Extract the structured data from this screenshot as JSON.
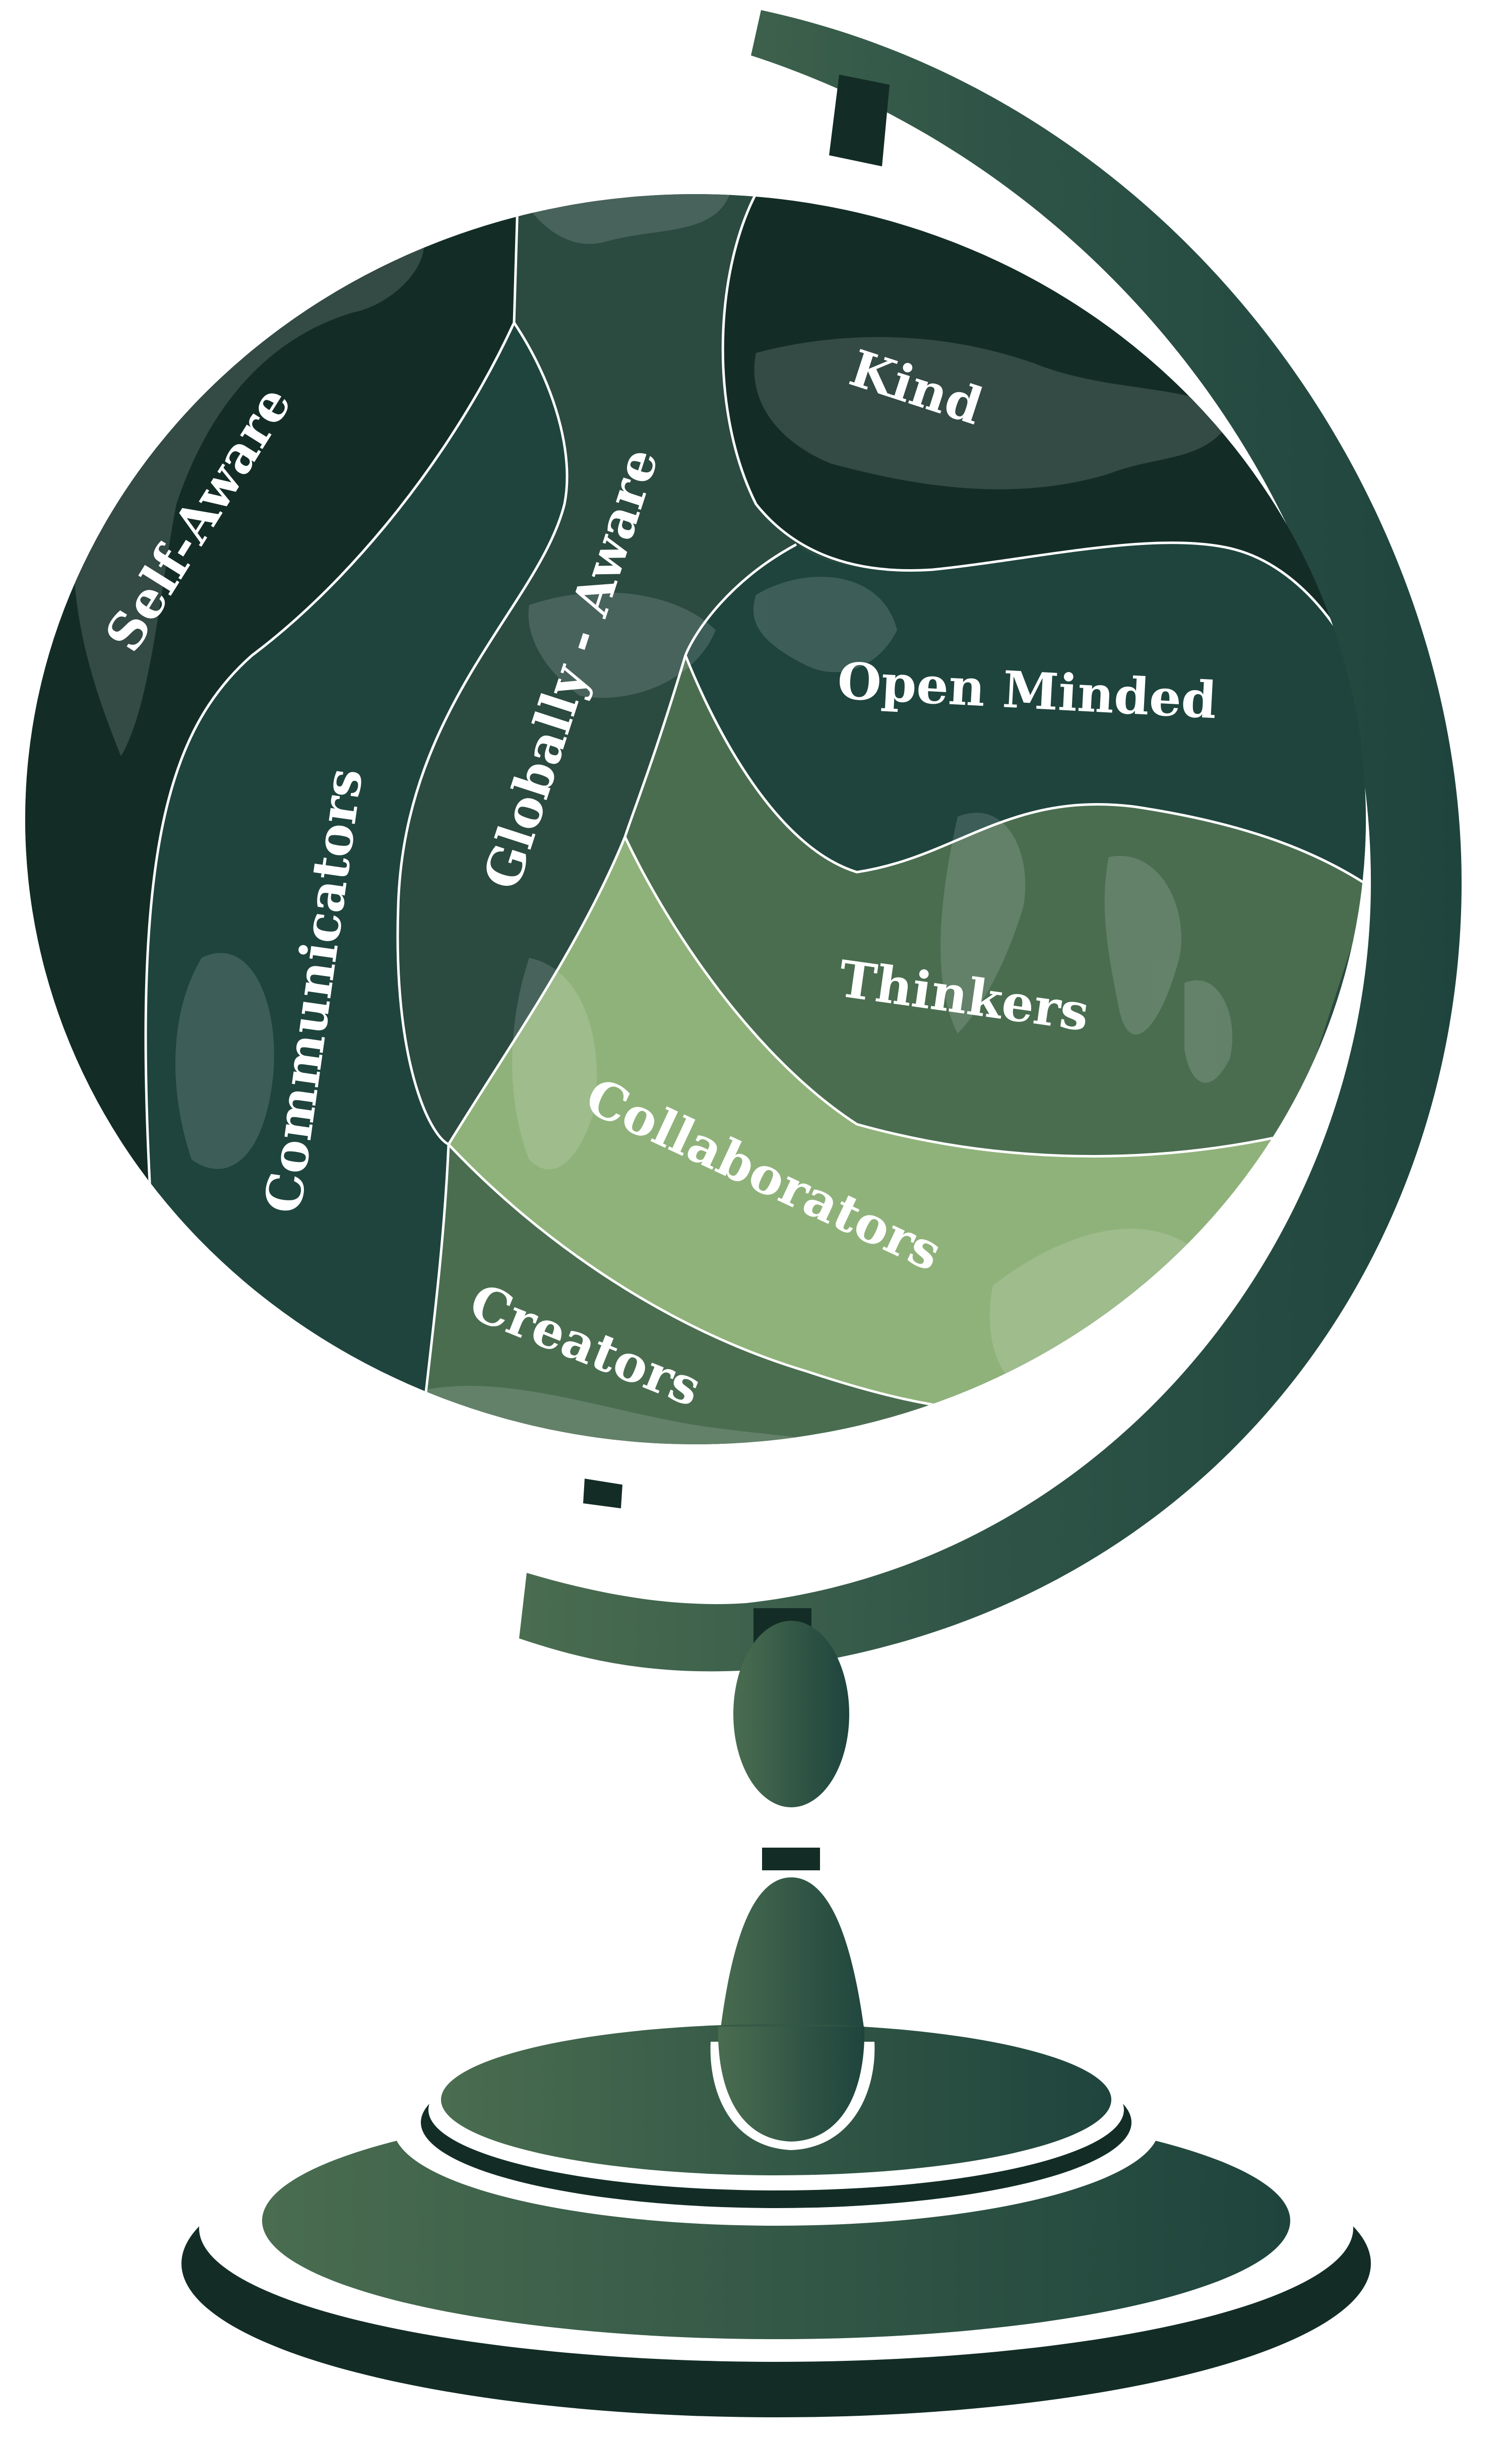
{
  "illustration": {
    "subject": "Globe on a stand",
    "regions": [
      {
        "id": "self-aware",
        "label": "Self-Aware",
        "color": "#132d26"
      },
      {
        "id": "communicators",
        "label": "Communicators",
        "color": "#1e443d"
      },
      {
        "id": "globally-aware",
        "label": "Globally - Aware",
        "color": "#2b4a40"
      },
      {
        "id": "kind",
        "label": "Kind",
        "color": "#132d26"
      },
      {
        "id": "open-minded",
        "label": "Open Minded",
        "color": "#1e443d"
      },
      {
        "id": "thinkers",
        "label": "Thinkers",
        "color": "#4a6d50"
      },
      {
        "id": "collaborators",
        "label": "Collaborators",
        "color": "#8fb27a"
      },
      {
        "id": "creators",
        "label": "Creators",
        "color": "#4a6d50"
      }
    ],
    "colors": {
      "dark": "#132d26",
      "stand_gradient_start": "#4a6d50",
      "stand_gradient_end": "#1e443d",
      "land_overlay": "#ffffff",
      "divider": "#ffffff"
    }
  }
}
